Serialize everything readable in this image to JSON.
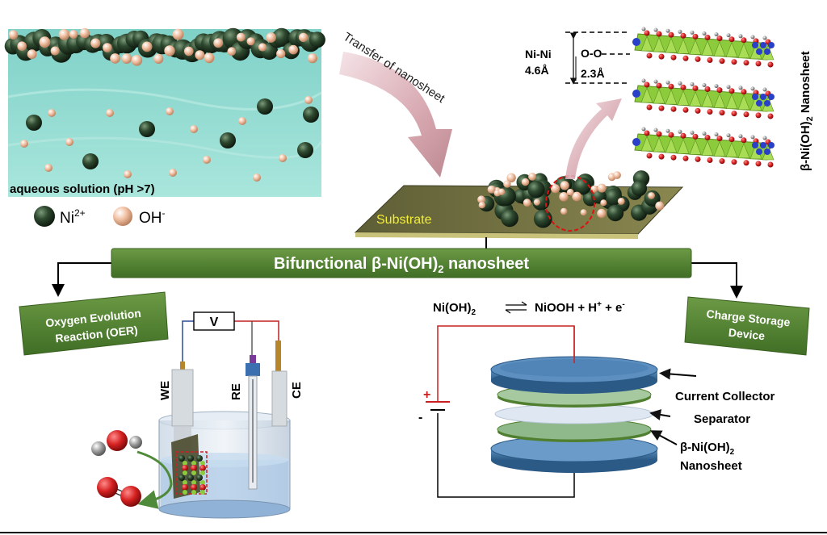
{
  "solution": {
    "caption": "aqueous solution (pH >7)",
    "legend_ni_base": "Ni",
    "legend_ni_sup": "2+",
    "legend_oh_base": "OH",
    "legend_oh_sup": "-"
  },
  "transfer_label": "Transfer of nanosheet",
  "substrate_label": "Substrate",
  "structure": {
    "title_pre": "β-Ni(OH)",
    "title_sub": "2",
    "title_post": " Nanosheet",
    "nini_label": "Ni-Ni",
    "nini_value": "4.6Å",
    "oo_label": "O-O",
    "oo_value": "2.3Å"
  },
  "banner": {
    "pre": "Bifunctional β-Ni(OH)",
    "sub": "2",
    "post": " nanosheet"
  },
  "oer": {
    "line1": "Oxygen Evolution",
    "line2": "Reaction (OER)",
    "voltmeter": "V",
    "we": "WE",
    "re": "RE",
    "ce": "CE"
  },
  "storage": {
    "line1": "Charge Storage",
    "line2": "Device",
    "eq_left_pre": "Ni(OH)",
    "eq_left_sub": "2",
    "eq_right_pre": "NiOOH + H",
    "eq_right_sup1": "+",
    "eq_right_mid": " + e",
    "eq_right_sup2": "-",
    "plus": "+",
    "minus": "-",
    "current_collector": "Current Collector",
    "separator": "Separator",
    "nanosheet_pre": "β-Ni(OH)",
    "nanosheet_sub": "2",
    "nanosheet_line2": "Nanosheet"
  },
  "colors": {
    "ni_ball": "#2f4a30",
    "oh_ball": "#f1c0a2",
    "water": "#8fd8cf",
    "banner": "#4f7f2f",
    "octahedra_green": "#8ccc3c",
    "oxygen_red": "#d42020",
    "disc_blue": "#3f75a8"
  }
}
